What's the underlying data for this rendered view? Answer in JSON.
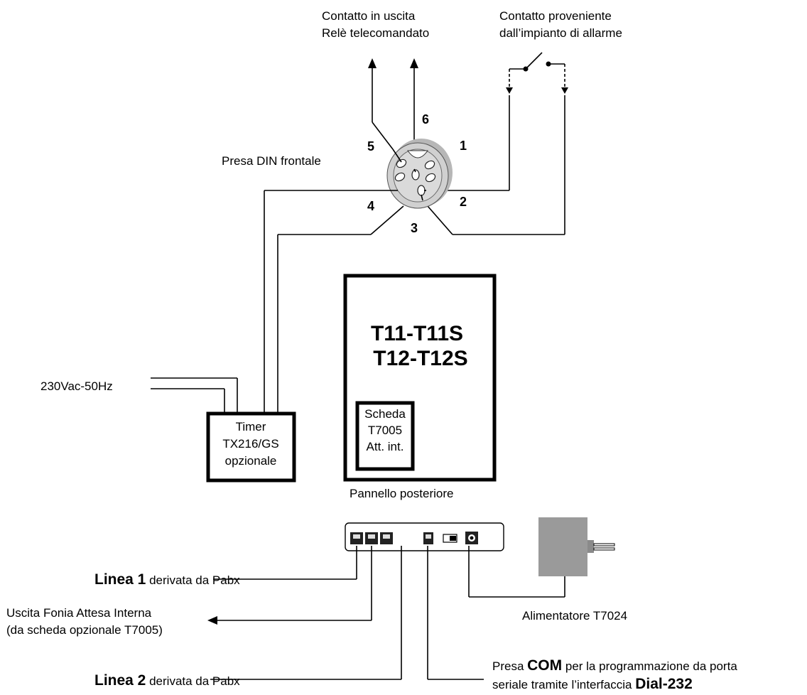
{
  "labels": {
    "relay_line1": "Contatto in uscita",
    "relay_line2": "Relè telecomandato",
    "alarm_line1": "Contatto proveniente",
    "alarm_line2": "dall’impianto di allarme",
    "din_socket": "Presa DIN frontale",
    "power_230": "230Vac-50Hz",
    "rear_panel": "Pannello posteriore",
    "psu": "Alimentatore T7024"
  },
  "pins": [
    "1",
    "2",
    "3",
    "4",
    "5",
    "6"
  ],
  "main_unit": {
    "line1": "T11-T11S",
    "line2": "T12-T12S"
  },
  "card": {
    "line1": "Scheda",
    "line2": "T7005",
    "line3": "Att. int."
  },
  "timer": {
    "line1": "Timer",
    "line2": "TX216/GS",
    "line3": "opzionale"
  },
  "connections": {
    "linea1_bold": "Linea 1",
    "linea1_rest": " derivata da Pabx",
    "fonia_line1": "Uscita Fonia Attesa Interna",
    "fonia_line2": "(da scheda opzionale T7005)",
    "linea2_bold": "Linea 2",
    "linea2_rest": " derivata da Pabx",
    "com_pre": "Presa ",
    "com_bold": "COM",
    "com_post": " per la programmazione da porta",
    "dial_pre": "seriale tramite l’interfaccia ",
    "dial_bold": "Dial-232"
  }
}
